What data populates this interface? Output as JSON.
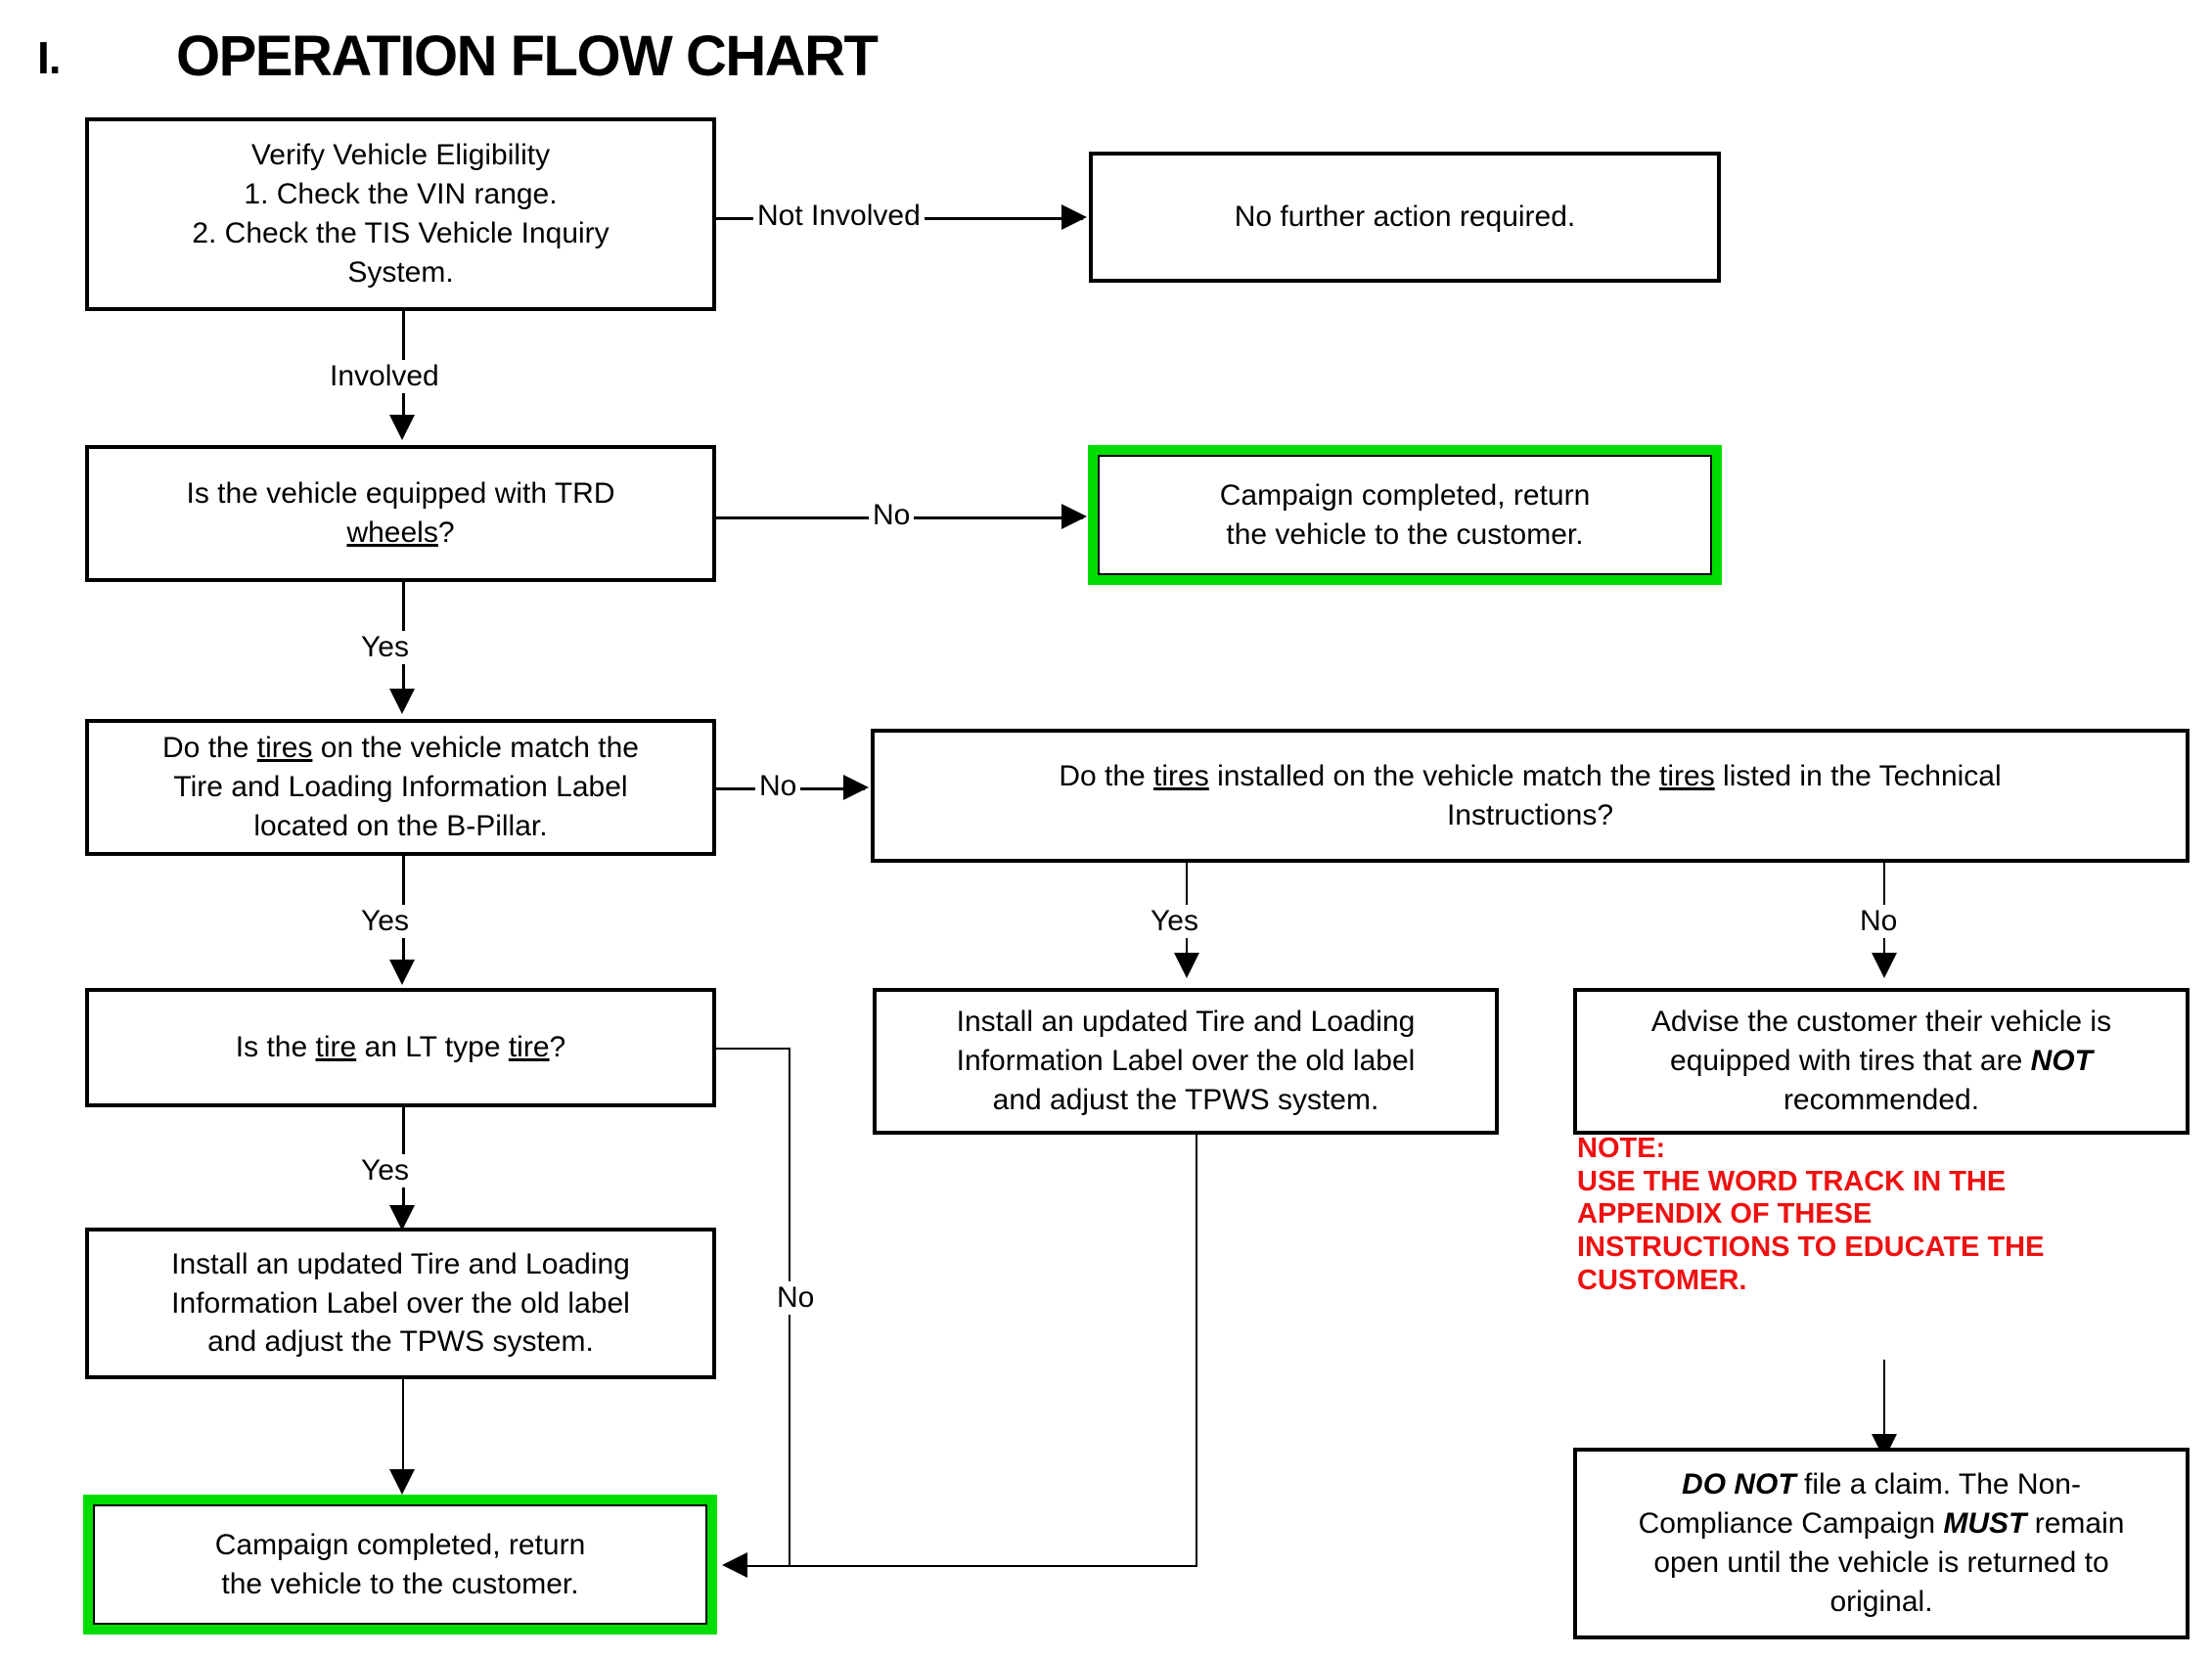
{
  "title": {
    "numeral": "I.",
    "text": "OPERATION FLOW CHART"
  },
  "colors": {
    "accent_green": "#00dd00",
    "note_red": "#ee1111",
    "line_black": "#000000",
    "background": "#ffffff"
  },
  "nodes": {
    "verify_eligibility": {
      "line1": "Verify Vehicle Eligibility",
      "line2": "1. Check the VIN range.",
      "line3": "2. Check the TIS Vehicle Inquiry",
      "line4": "System."
    },
    "no_further_action": {
      "line1": "No further action required."
    },
    "trd_wheels_question": {
      "line1": "Is the vehicle equipped with TRD",
      "line2_pre": "",
      "line2_underline": "wheels",
      "line2_post": "?"
    },
    "campaign_completed_top": {
      "line1": "Campaign completed, return",
      "line2": "the vehicle to the customer."
    },
    "tires_match_label_question": {
      "line1_pre": "Do the ",
      "line1_underline": "tires",
      "line1_post": " on the vehicle match the",
      "line2": "Tire and Loading Information Label",
      "line3": "located on the B-Pillar."
    },
    "tires_match_ti_question": {
      "line1_a": "Do the ",
      "line1_u1": "tires",
      "line1_b": " installed on the vehicle match the ",
      "line1_u2": "tires",
      "line1_c": " listed in the Technical",
      "line2": "Instructions?"
    },
    "lt_type_tire_question": {
      "pre": "Is the ",
      "u1": "tire",
      "mid": " an LT type ",
      "u2": "tire",
      "post": "?"
    },
    "install_label_middle": {
      "line1": "Install an updated Tire and Loading",
      "line2": "Information Label over the old label",
      "line3": "and adjust the TPWS system."
    },
    "advise_customer": {
      "line1": "Advise the customer their vehicle is",
      "line2_pre": "equipped with tires that are ",
      "line2_bold": "NOT",
      "line3": "recommended."
    },
    "install_label_left": {
      "line1": "Install an updated Tire and Loading",
      "line2": "Information Label over the old label",
      "line3": "and adjust the TPWS system."
    },
    "campaign_completed_bottom": {
      "line1": "Campaign completed, return",
      "line2": "the vehicle to the customer."
    },
    "do_not_file_claim": {
      "line1_bold": "DO NOT",
      "line1_rest": " file a claim. The Non-",
      "line2_pre": "Compliance Campaign ",
      "line2_bold": "MUST",
      "line2_post": " remain",
      "line3": "open until the vehicle is returned to",
      "line4": "original."
    }
  },
  "edges": {
    "not_involved": "Not Involved",
    "involved": "Involved",
    "trd_no": "No",
    "trd_yes": "Yes",
    "label_match_no": "No",
    "label_match_yes": "Yes",
    "ti_match_yes": "Yes",
    "ti_match_no": "No",
    "lt_yes": "Yes",
    "lt_no": "No"
  },
  "note": {
    "line1": "NOTE:",
    "line2": "USE THE WORD TRACK IN THE",
    "line3": "APPENDIX OF THESE",
    "line4": "INSTRUCTIONS TO EDUCATE THE",
    "line5": "CUSTOMER."
  }
}
